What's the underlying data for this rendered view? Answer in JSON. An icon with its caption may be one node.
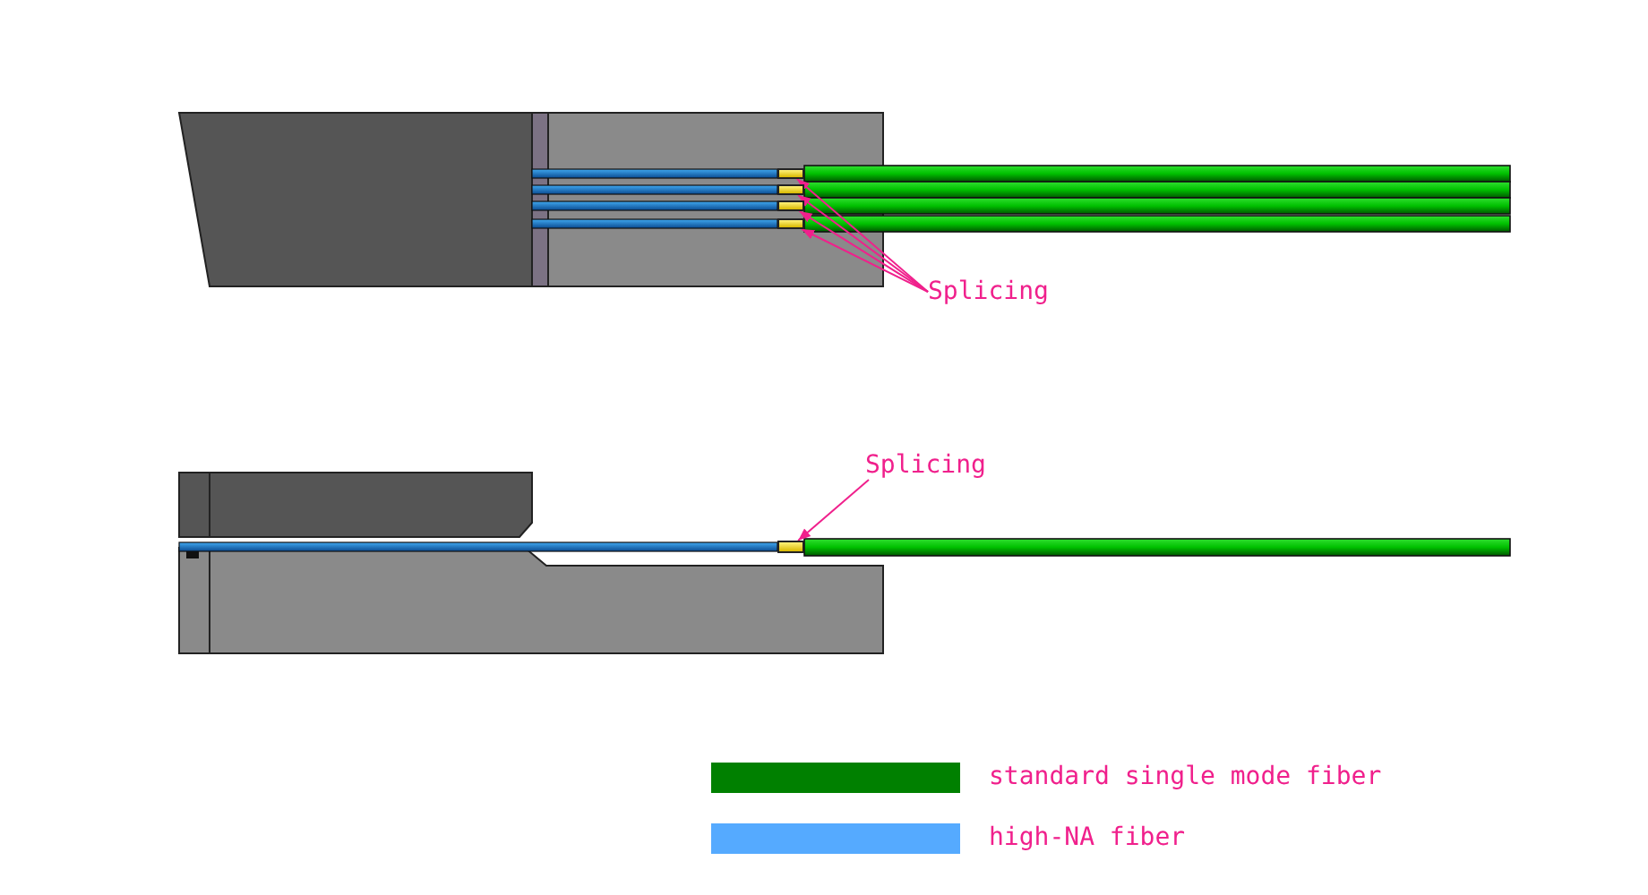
{
  "diagram": {
    "nodes": [
      {
        "text": [
          "Splicing"
        ]
      },
      {
        "text": [],
        "shape": "bar"
      },
      {
        "text": [],
        "shape": "bar"
      },
      {
        "text": [],
        "shape": "bar"
      },
      {
        "text": [],
        "shape": "bar"
      },
      {
        "text": [
          "Splicing"
        ]
      },
      {
        "text": [],
        "shape": "bar"
      }
    ],
    "edges": [
      {
        "from": 0,
        "to": 1,
        "arrow": "to"
      },
      {
        "from": 0,
        "to": 2,
        "arrow": "to"
      },
      {
        "from": 0,
        "to": 3,
        "arrow": "to"
      },
      {
        "from": 0,
        "to": 4,
        "arrow": "to"
      },
      {
        "from": 5,
        "to": 6,
        "arrow": "to"
      }
    ],
    "legend": [
      {
        "text": "standard single mode fiber",
        "color": "#008000"
      },
      {
        "text": "high-NA fiber",
        "color": "#55aaff"
      }
    ]
  }
}
